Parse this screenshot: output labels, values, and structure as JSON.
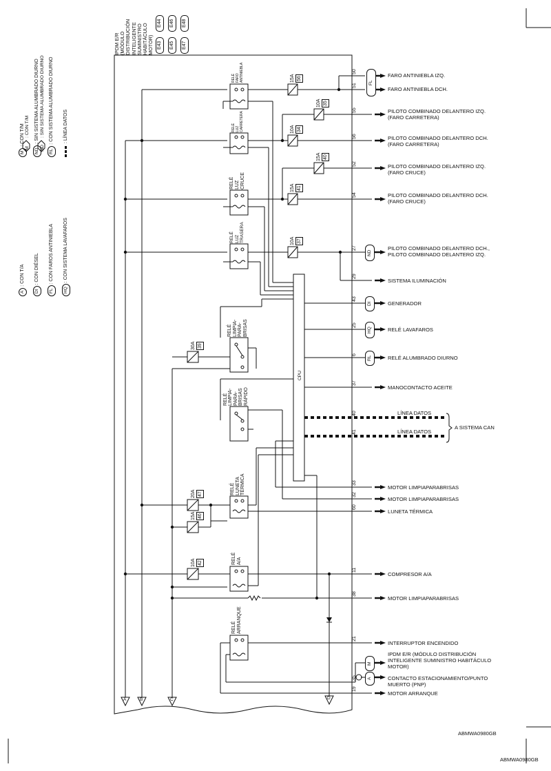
{
  "module_header": {
    "lines": [
      "IPDM E/R",
      "(MÓDULO",
      "DISTRIBUCIÓN",
      "INTELIGENTE",
      "SUMINISTRO",
      "HABITÁCULO",
      "MOTOR)"
    ],
    "connectors": [
      "E43",
      "E44",
      "E45",
      "E46",
      "E47",
      "E48"
    ]
  },
  "legend": {
    "group1": [
      {
        "code": "M",
        "text": ": CON T/M"
      },
      {
        "code": "ND",
        "text": ": SIN SISTEMA ALUMBRADO DIURNO"
      },
      {
        "code": "RL",
        "text": ": CON SISTEMA ALUMBRADO DIURNO"
      },
      {
        "code": "",
        "text": ": LÍNEA DATOS"
      }
    ],
    "group2": [
      {
        "code": "A",
        "text": ": CON T/A"
      },
      {
        "code": "DI",
        "text": ": CON DIÉSEL"
      },
      {
        "code": "FL",
        "text": ": CON FAROS ANTINIEBLA"
      },
      {
        "code": "HQ",
        "text": ": CON SISTEMA LAVAFAROS"
      }
    ]
  },
  "relays": [
    {
      "id": "antiniebla",
      "lines": [
        "RELÉ",
        "FARO",
        "ANTINIEBLA"
      ]
    },
    {
      "id": "carretera",
      "lines": [
        "RELÉ",
        "LUZ",
        "CARRETERA"
      ]
    },
    {
      "id": "cruce",
      "lines": [
        "RELÉ",
        "LUZ",
        "CRUCE"
      ]
    },
    {
      "id": "trasera",
      "lines": [
        "RELÉ",
        "LUZ",
        "TRASERA"
      ]
    },
    {
      "id": "limpia",
      "lines": [
        "RELÉ",
        "LIMPIA-",
        "PARA-",
        "BRISAS"
      ]
    },
    {
      "id": "limpia-rapido",
      "lines": [
        "RELÉ",
        "LIMPIA-",
        "PARA-",
        "BRISAS",
        "RÁPIDO"
      ]
    },
    {
      "id": "luneta",
      "lines": [
        "RELÉ",
        "LUNETA",
        "TÉRMICA"
      ]
    },
    {
      "id": "aa",
      "lines": [
        "RELÉ",
        "A/A"
      ]
    },
    {
      "id": "arranque",
      "lines": [
        "RELÉ",
        "ARRANQUE"
      ]
    }
  ],
  "fuses": [
    {
      "amp": "15A",
      "num": "56"
    },
    {
      "amp": "10A",
      "num": "35"
    },
    {
      "amp": "10A",
      "num": "34"
    },
    {
      "amp": "15A",
      "num": "40"
    },
    {
      "amp": "15A",
      "num": "41"
    },
    {
      "amp": "10A",
      "num": "37"
    },
    {
      "amp": "30A",
      "num": "39"
    },
    {
      "amp": "20A",
      "num": "47"
    },
    {
      "amp": "15A",
      "num": "46"
    },
    {
      "amp": "10A",
      "num": "42"
    }
  ],
  "cpu_label": "CPU",
  "outputs": [
    {
      "pin": "50",
      "lines": [
        "FARO ANTINIEBLA IZQ."
      ]
    },
    {
      "pin": "51",
      "lines": [
        "FARO ANTINIEBLA DCH."
      ]
    },
    {
      "pin": "55",
      "lines": [
        "PILOTO COMBINADO DELANTERO IZQ.",
        "(FARO CARRETERA)"
      ]
    },
    {
      "pin": "56",
      "lines": [
        "PILOTO COMBINADO DELANTERO DCH.",
        "(FARO CARRETERA)"
      ]
    },
    {
      "pin": "52",
      "lines": [
        "PILOTO COMBINADO DELANTERO IZQ.",
        "(FARO CRUCE)"
      ]
    },
    {
      "pin": "54",
      "lines": [
        "PILOTO COMBINADO DELANTERO DCH.",
        "(FARO CRUCE)"
      ]
    },
    {
      "pin": "27",
      "lines": [
        "PILOTO COMBINADO DELANTERO DCH.,",
        "PILOTO COMBINADO DELANTERO IZQ."
      ]
    },
    {
      "pin": "29",
      "lines": [
        "SISTEMA ILUMINACIÓN"
      ]
    },
    {
      "pin": "43",
      "lines": [
        "GENERADOR"
      ]
    },
    {
      "pin": "25",
      "lines": [
        "RELÉ LAVAFAROS"
      ]
    },
    {
      "pin": "6",
      "lines": [
        "RELÉ ALUMBRADO DIURNO"
      ]
    },
    {
      "pin": "37",
      "lines": [
        "MANOCONTACTO ACEITE"
      ]
    },
    {
      "pin": "33",
      "lines": [
        "MOTOR LIMPIAPARABRISAS"
      ]
    },
    {
      "pin": "32",
      "lines": [
        "MOTOR LIMPIAPARABRISAS"
      ]
    },
    {
      "pin": "60",
      "lines": [
        "LUNETA TÉRMICA"
      ]
    },
    {
      "pin": "11",
      "lines": [
        "COMPRESOR A/A"
      ]
    },
    {
      "pin": "38",
      "lines": [
        "MOTOR LIMPIAPARABRISAS"
      ]
    },
    {
      "pin": "21",
      "lines": [
        "INTERRUPTOR ENCENDIDO"
      ]
    },
    {
      "pin": "",
      "lines": [
        "IPDM E/R (MÓDULO DISTRIBUCIÓN",
        "INTELIGENTE SUMINISTRO HABITÁCULO",
        "MOTOR)"
      ]
    },
    {
      "pin": "35",
      "lines": [
        "CONTACTO ESTACIONAMIENTO/PUNTO",
        "MUERTO (PNP)"
      ]
    },
    {
      "pin": "19",
      "lines": [
        "MOTOR ARRANQUE"
      ]
    }
  ],
  "option_tags": {
    "fl": "FL",
    "nd": "ND",
    "di": "DI",
    "hq": "HQ",
    "rl": "RL",
    "m": "M",
    "a": "A"
  },
  "data_lines": {
    "pins": [
      "40",
      "41"
    ],
    "label": "LÍNEA DATOS",
    "target": "A SISTEMA CAN"
  },
  "bottom_connectors": [
    "A",
    "B",
    "C",
    "D"
  ],
  "figure_code": "ABMWA0980GB",
  "page_footer_code": "ABMWA0980GB"
}
